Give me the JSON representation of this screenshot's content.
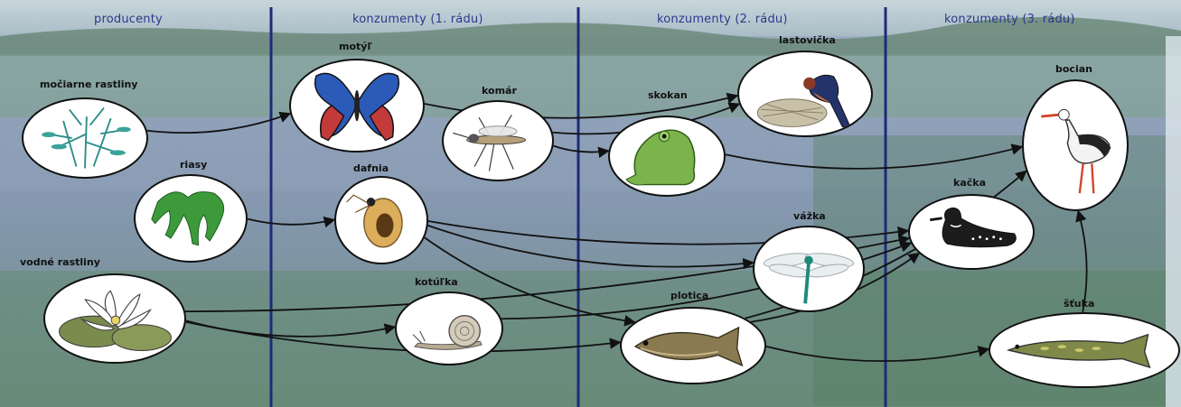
{
  "columns": [
    {
      "id": "producers",
      "label": "producenty"
    },
    {
      "id": "consumers1",
      "label": "konzumenty (1. rádu)"
    },
    {
      "id": "consumers2",
      "label": "konzumenty (2. rádu)"
    },
    {
      "id": "consumers3",
      "label": "konzumenty (3. rádu)"
    }
  ],
  "organisms": {
    "mociarne": {
      "label": "močiarne rastliny",
      "icon": "marsh-plant-icon"
    },
    "riasy": {
      "label": "riasy",
      "icon": "algae-icon"
    },
    "vodne": {
      "label": "vodné rastliny",
      "icon": "water-lily-icon"
    },
    "motyl": {
      "label": "motýľ",
      "icon": "butterfly-icon"
    },
    "komar": {
      "label": "komár",
      "icon": "mosquito-icon"
    },
    "dafnia": {
      "label": "dafnia",
      "icon": "daphnia-icon"
    },
    "kotulka": {
      "label": "kotúľka",
      "icon": "snail-icon"
    },
    "lastovicka": {
      "label": "lastovička",
      "icon": "swallow-icon"
    },
    "skokan": {
      "label": "skokan",
      "icon": "frog-icon"
    },
    "vazka": {
      "label": "vážka",
      "icon": "dragonfly-icon"
    },
    "plotica": {
      "label": "plotica",
      "icon": "roach-fish-icon"
    },
    "bocian": {
      "label": "bocian",
      "icon": "stork-icon"
    },
    "kacka": {
      "label": "kačka",
      "icon": "duck-icon"
    },
    "stuka": {
      "label": "šťuka",
      "icon": "pike-icon"
    }
  },
  "links": [
    [
      "mociarne",
      "motyl"
    ],
    [
      "riasy",
      "dafnia"
    ],
    [
      "vodne",
      "kotulka"
    ],
    [
      "vodne",
      "plotica"
    ],
    [
      "vodne",
      "kacka"
    ],
    [
      "motyl",
      "lastovicka"
    ],
    [
      "komar",
      "lastovicka"
    ],
    [
      "komar",
      "skokan"
    ],
    [
      "dafnia",
      "vazka"
    ],
    [
      "dafnia",
      "plotica"
    ],
    [
      "dafnia",
      "kacka"
    ],
    [
      "kotulka",
      "kacka"
    ],
    [
      "skokan",
      "bocian"
    ],
    [
      "plotica",
      "kacka"
    ],
    [
      "plotica",
      "bocian"
    ],
    [
      "plotica",
      "stuka"
    ],
    [
      "stuka",
      "bocian"
    ]
  ],
  "colors": {
    "sky": "#b8c7cf",
    "water": "#8fa3b9",
    "vegetation": "#5f8a6b",
    "divider": "#1e2a7a",
    "heading": "#2a3a8a"
  }
}
